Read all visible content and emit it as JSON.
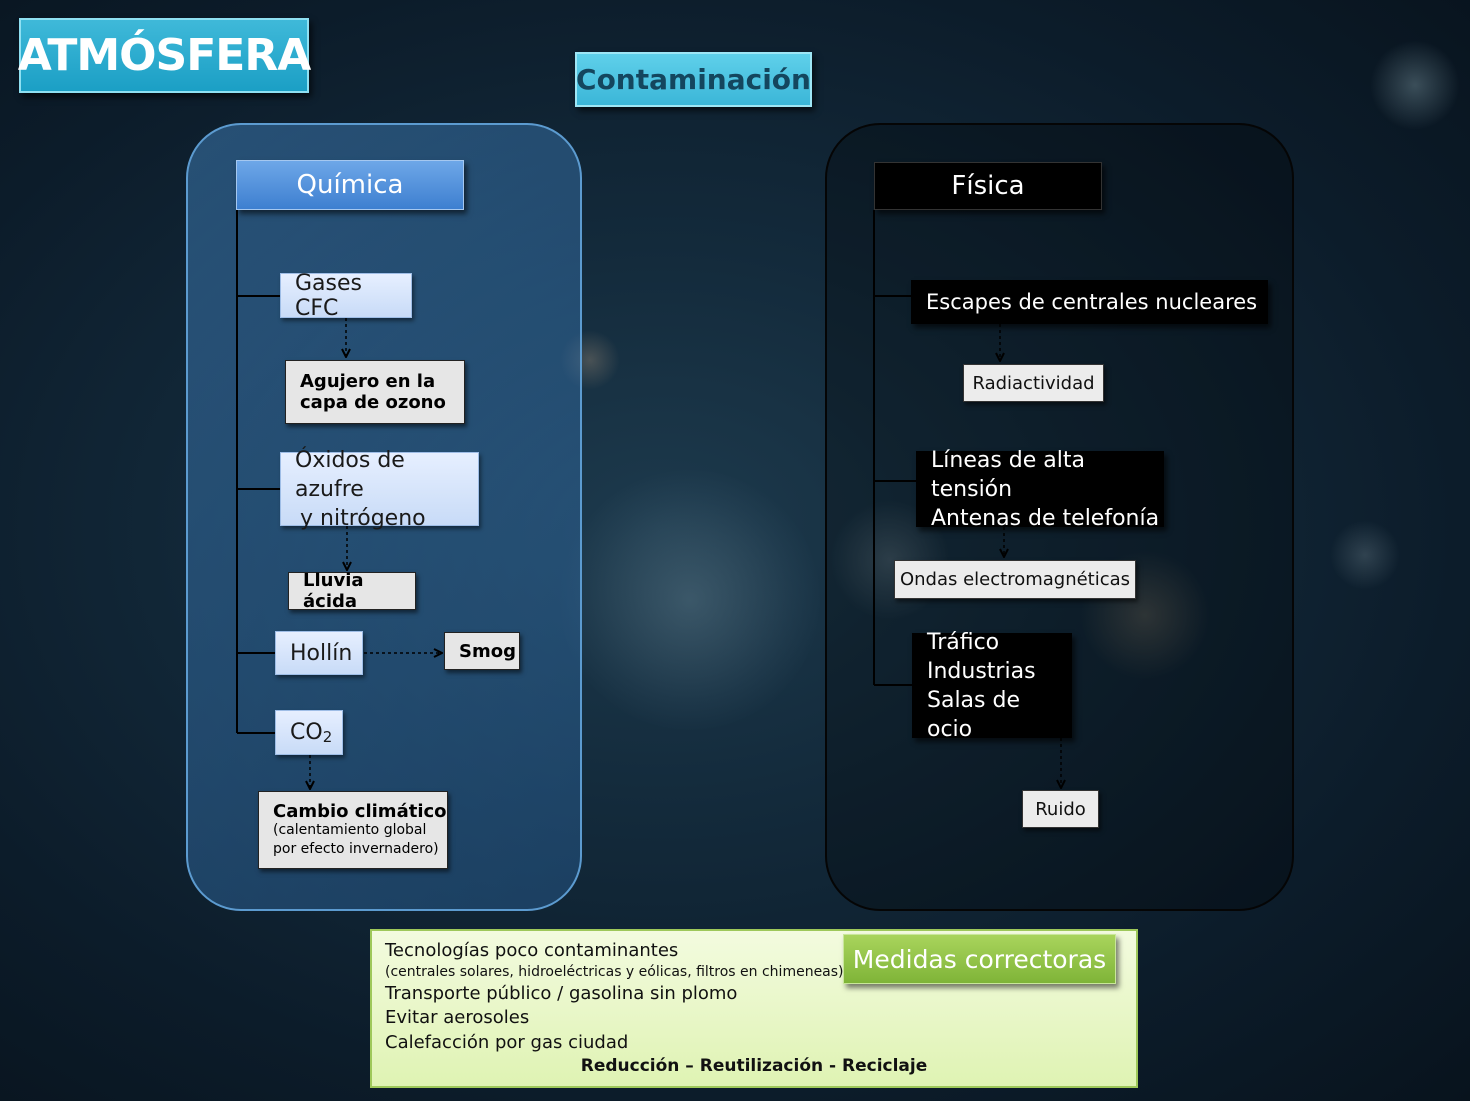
{
  "title": "ATMÓSFERA",
  "subtitle": "Contaminación",
  "quimica": {
    "header": "Química",
    "gases_cfc": "Gases CFC",
    "agujero_line1": "Agujero en la",
    "agujero_line2": "capa de ozono",
    "oxidos_line1": "Óxidos de azufre",
    "oxidos_line2": "y nitrógeno",
    "lluvia": "Lluvia ácida",
    "hollin": "Hollín",
    "smog": "Smog",
    "co2_base": "CO",
    "co2_sub": "2",
    "cambio_title": "Cambio climático",
    "cambio_line2": "(calentamiento global",
    "cambio_line3": "por efecto invernadero)"
  },
  "fisica": {
    "header": "Física",
    "escapes": "Escapes de centrales nucleares",
    "radiactividad": "Radiactividad",
    "lineas_line1": "Líneas de alta tensión",
    "lineas_line2": "Antenas de telefonía",
    "ondas": "Ondas electromagnéticas",
    "trafico_line1": "Tráfico",
    "trafico_line2": "Industrias",
    "trafico_line3": "Salas de ocio",
    "ruido": "Ruido"
  },
  "medidas": {
    "label": "Medidas correctoras",
    "item1": "Tecnologías poco contaminantes",
    "item1_note": "(centrales solares, hidroeléctricas y eólicas, filtros en chimeneas)",
    "item2": "Transporte público / gasolina sin plomo",
    "item3": "Evitar aerosoles",
    "item4": "Calefacción por gas ciudad",
    "footer": "Reducción – Reutilización - Reciclaje"
  },
  "colors": {
    "accent": "#3fb9d9",
    "quimica": "#3d7fd0",
    "fisica": "#000000",
    "medidas": "#7fb438"
  }
}
